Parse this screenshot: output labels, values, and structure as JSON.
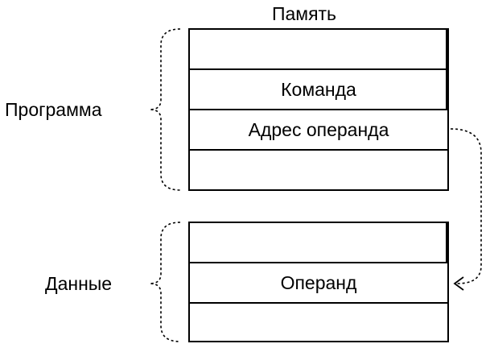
{
  "memory": {
    "title": "Память"
  },
  "program": {
    "label": "Программа",
    "cells": [
      "",
      "Команда",
      "Адрес операнда",
      ""
    ]
  },
  "data": {
    "label": "Данные",
    "cells": [
      "",
      "Операнд",
      ""
    ]
  },
  "colors": {
    "line": "#000000",
    "background": "#ffffff"
  }
}
